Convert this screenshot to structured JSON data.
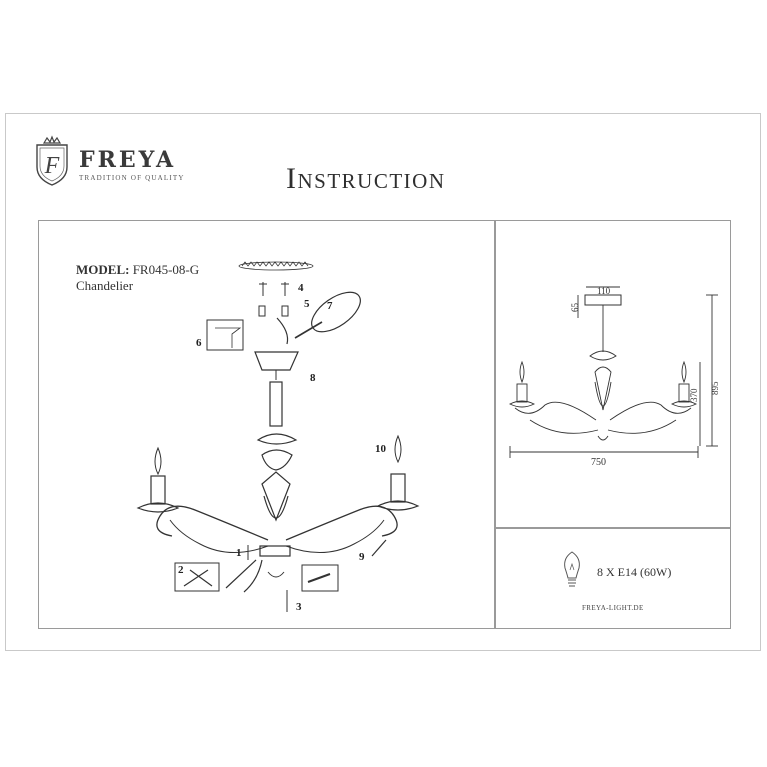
{
  "brand": {
    "name": "FREYA",
    "tagline": "TRADITION OF QUALITY",
    "logo_letter": "F"
  },
  "title": "Instruction",
  "model": {
    "label": "MODEL:",
    "code": "FR045-08-G",
    "type": "Chandelier"
  },
  "steps": [
    "1",
    "2",
    "3",
    "4",
    "5",
    "6",
    "7",
    "8",
    "9",
    "10"
  ],
  "dimensions": {
    "canopy_width": "110",
    "canopy_height": "65",
    "total_height": "895",
    "body_height": "370",
    "width": "750"
  },
  "bulb": {
    "spec": "8 X E14 (60W)",
    "icon": "light-bulb-icon"
  },
  "website": "FREYA-LIGHT.DE"
}
